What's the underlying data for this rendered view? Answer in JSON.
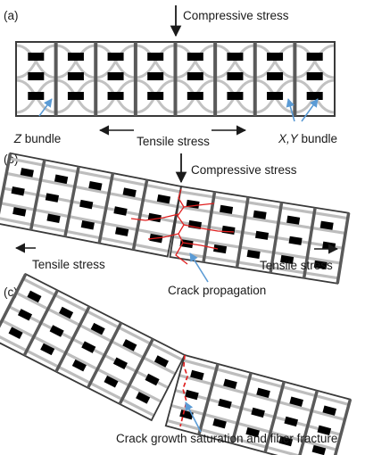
{
  "panels": [
    {
      "id": "a",
      "label": "(a)",
      "annotations": {
        "top": "Compressive stress",
        "bottom": "Tensile stress",
        "callout_left_name": "Z",
        "callout_left_suffix": " bundle",
        "callout_right_name": "X,Y",
        "callout_right_suffix": " bundle"
      }
    },
    {
      "id": "b",
      "label": "(b)",
      "annotations": {
        "top": "Compressive stress",
        "left": "Tensile stress",
        "right": "Tensile stress",
        "callout": "Crack propagation"
      }
    },
    {
      "id": "c",
      "label": "(c)",
      "annotations": {
        "callout": "Crack growth saturation and fiber fracture"
      }
    }
  ],
  "colors": {
    "frame": "#3a3a3a",
    "z_bundle": "#5a5a5a",
    "xy_bundle": "#bdbdbd",
    "weave_curve": "#c2c2c2",
    "tow_block": "#000000",
    "arrow": "#1a1a1a",
    "crack": "#e02020",
    "callout_line": "#5b9bd5"
  }
}
